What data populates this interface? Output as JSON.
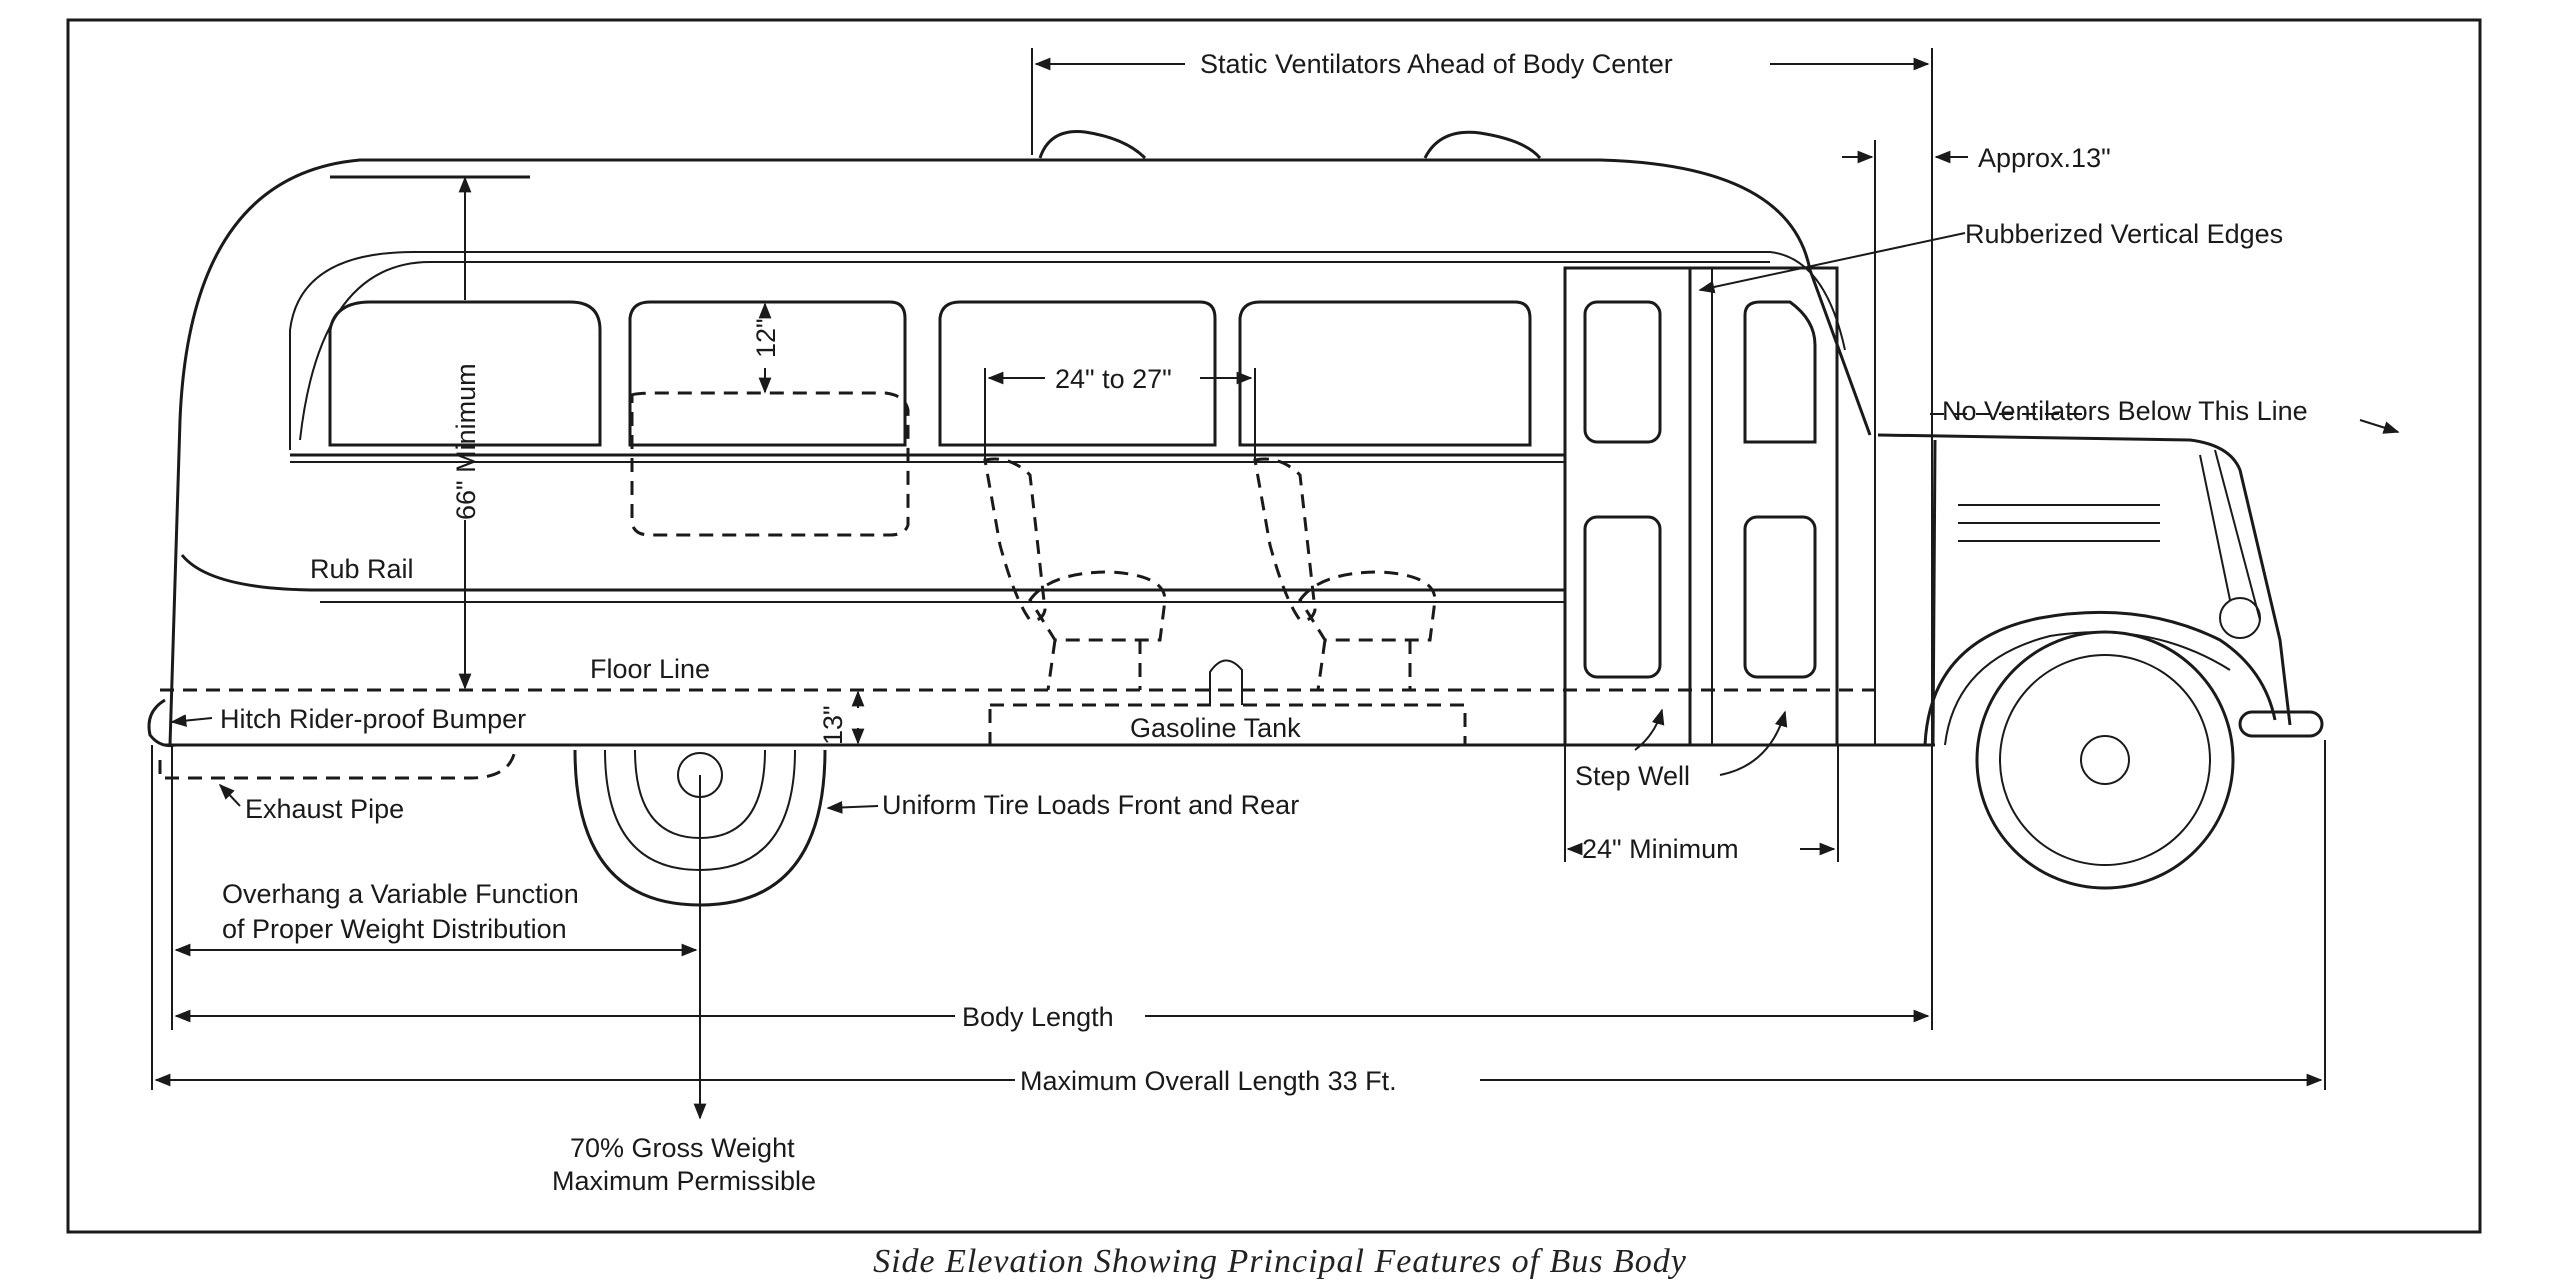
{
  "labels": {
    "static_ventilators": "Static Ventilators Ahead of Body Center",
    "approx_13": "Approx.13\"",
    "rubberized_edges": "Rubberized Vertical Edges",
    "no_ventilators": "No Ventilators Below This Line",
    "min_66": "66\" Minimum",
    "dim_12": "12\"",
    "seat_spacing": "24\" to 27\"",
    "rub_rail": "Rub Rail",
    "floor_line": "Floor Line",
    "hitch_bumper": "Hitch Rider-proof Bumper",
    "dim_13": "13\"",
    "gasoline_tank": "Gasoline Tank",
    "step_well": "Step Well",
    "exhaust_pipe": "Exhaust Pipe",
    "tire_loads": "Uniform Tire Loads Front and Rear",
    "min_24": "24\" Minimum",
    "overhang_line1": "Overhang a Variable Function",
    "overhang_line2": "of Proper Weight Distribution",
    "body_length": "Body Length",
    "max_length": "Maximum Overall Length 33 Ft.",
    "gross_weight_line1": "70% Gross Weight",
    "gross_weight_line2": "Maximum Permissible"
  },
  "caption": "Side Elevation Showing Principal Features of Bus Body"
}
